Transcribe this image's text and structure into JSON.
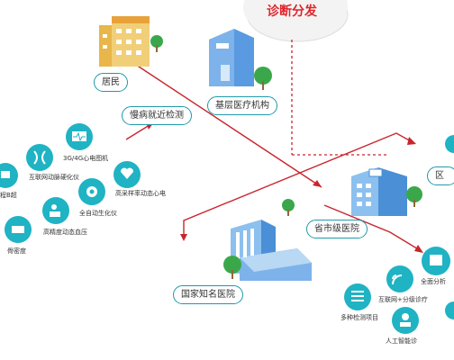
{
  "labels": {
    "cloud_text": "诊断分发",
    "residents": "居民",
    "primary_care": "基层医疗机构",
    "chronic_monitoring": "慢病就近检测",
    "provincial_hospital": "省市级医院",
    "national_hospital": "国家知名医院",
    "right_edge": "区"
  },
  "devices_left": [
    "3G/4G心电图机",
    "互联网动脉硬化仪",
    "程B超",
    "高采样率动态心电",
    "全自动生化仪",
    "高精度动态血压",
    "骨密度"
  ],
  "devices_right": [
    "全面分析",
    "互联网+分级诊疗",
    "多种检测项目",
    "人工智能诊"
  ],
  "colors": {
    "accent_red": "#e0242b",
    "teal_border": "#1f9aa8",
    "building_blue": "#4b8fd6",
    "tree_green": "#3aa84a",
    "device_teal": "#1fb3c4"
  }
}
